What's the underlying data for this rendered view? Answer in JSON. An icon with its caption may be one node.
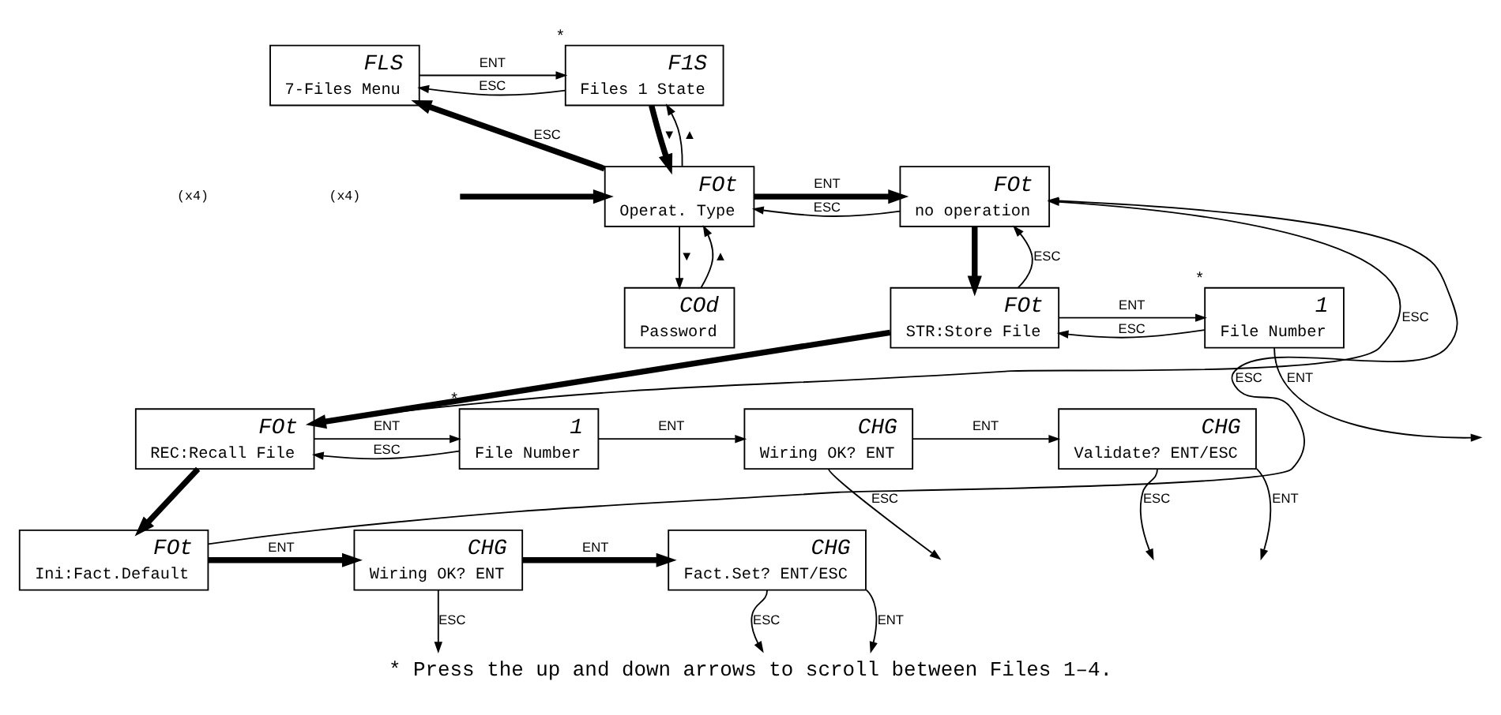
{
  "diagram": {
    "caption": "* Press the up and down arrows to scroll between Files 1–4.",
    "nodes": [
      {
        "text": [
          "FLS",
          "7-Files Menu"
        ]
      },
      {
        "text": [
          "F1S",
          "Files 1 State"
        ],
        "beside": [
          "*"
        ]
      },
      {
        "text": [
          "FOt",
          "Operat. Type"
        ]
      },
      {
        "text": [
          "FOt",
          "no operation"
        ]
      },
      {
        "text": [
          "FOt",
          "STR:Store File"
        ]
      },
      {
        "text": [
          "1",
          "File Number"
        ],
        "beside": [
          "*"
        ]
      },
      {
        "text": [
          "FOt",
          "REC:Recall File"
        ]
      },
      {
        "text": [
          "1",
          "File Number"
        ],
        "beside": [
          "*"
        ]
      },
      {
        "text": [
          "CHG",
          "Wiring OK? ENT"
        ]
      },
      {
        "text": [
          "CHG",
          "Validate? ENT/ESC"
        ]
      },
      {
        "text": [
          "FOt",
          "Ini:Fact.Default"
        ]
      },
      {
        "text": [
          "CHG",
          "Wiring OK? ENT"
        ]
      },
      {
        "text": [
          "CHG",
          "Fact.Set? ENT/ESC"
        ]
      },
      {
        "text": [
          "COd",
          "Password"
        ]
      }
    ],
    "edges": [
      {
        "from": 0,
        "to": 1,
        "arrow": "to",
        "label": "ENT"
      },
      {
        "from": 1,
        "to": 0,
        "arrow": "to",
        "label": "ESC"
      },
      {
        "from": 1,
        "to": 2,
        "arrow": "to",
        "label": "▼",
        "style": "thick"
      },
      {
        "from": 2,
        "to": 1,
        "arrow": "to",
        "label": "▲"
      },
      {
        "from": 2,
        "to": 0,
        "arrow": "to",
        "label": "ESC",
        "style": "thick"
      },
      {
        "from": 2,
        "to": 3,
        "arrow": "to",
        "label": "ENT",
        "style": "thick"
      },
      {
        "from": 3,
        "to": 2,
        "arrow": "to",
        "label": "ESC"
      },
      {
        "from": 3,
        "to": 4,
        "arrow": "to",
        "style": "thick"
      },
      {
        "from": 4,
        "to": 6,
        "arrow": "to",
        "style": "thick"
      },
      {
        "from": 6,
        "to": 10,
        "arrow": "to",
        "style": "thick"
      },
      {
        "from": 2,
        "to": 13,
        "arrow": "to",
        "label": "▼"
      },
      {
        "from": 13,
        "to": 2,
        "arrow": "to",
        "label": "▲"
      },
      {
        "from": 4,
        "to": 5,
        "arrow": "to",
        "label": "ENT"
      },
      {
        "from": 5,
        "to": 4,
        "arrow": "to",
        "label": "ESC"
      },
      {
        "from": 4,
        "to": 3,
        "arrow": "to",
        "label": "ESC"
      },
      {
        "from": 6,
        "to": 7,
        "arrow": "to",
        "label": "ENT"
      },
      {
        "from": 7,
        "to": 6,
        "arrow": "to",
        "label": "ESC"
      },
      {
        "from": 6,
        "to": 3,
        "arrow": "to",
        "label": "ESC"
      },
      {
        "from": 7,
        "to": 8,
        "arrow": "to",
        "label": "ENT"
      },
      {
        "from": 8,
        "to": 9,
        "arrow": "to",
        "label": "ENT"
      },
      {
        "from": 10,
        "to": 3,
        "arrow": "to",
        "label": "ESC"
      },
      {
        "from": 10,
        "to": 11,
        "arrow": "to",
        "label": "ENT",
        "style": "thick"
      },
      {
        "from": 11,
        "to": 12,
        "arrow": "to",
        "label": "ENT",
        "style": "thick"
      },
      {
        "from": 5,
        "to": null,
        "arrow": "to",
        "label": "ENT"
      },
      {
        "from": 8,
        "to": null,
        "arrow": "to",
        "label": "ESC"
      },
      {
        "from": 9,
        "to": null,
        "arrow": "to",
        "label": "ESC"
      },
      {
        "from": 9,
        "to": null,
        "arrow": "to",
        "label": "ENT"
      },
      {
        "from": 11,
        "to": null,
        "arrow": "to",
        "label": "ESC"
      },
      {
        "from": 12,
        "to": null,
        "arrow": "to",
        "label": "ESC"
      },
      {
        "from": 12,
        "to": null,
        "arrow": "to",
        "label": "ENT"
      },
      {
        "from": null,
        "to": 2,
        "arrow": "to",
        "style": "thick"
      }
    ],
    "labels": [
      "(x4)",
      "(x4)"
    ]
  }
}
